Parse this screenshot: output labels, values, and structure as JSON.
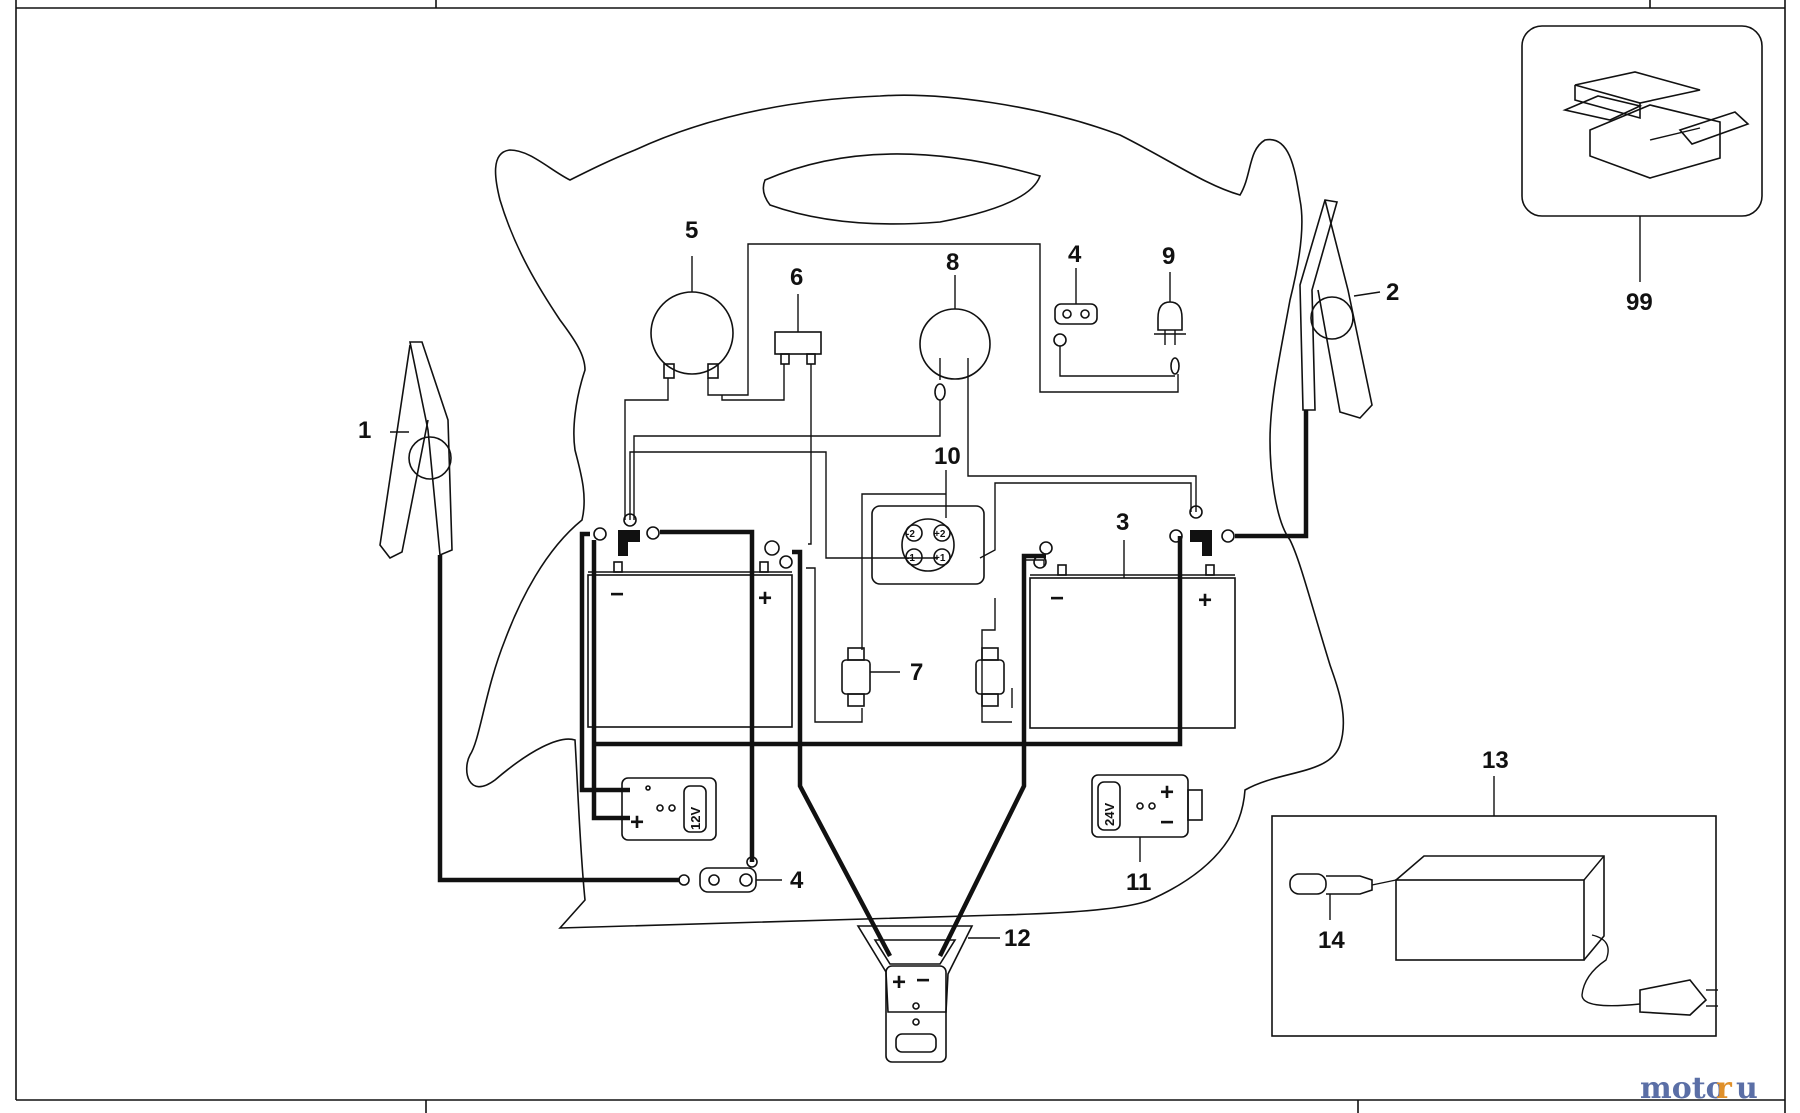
{
  "callouts": {
    "c1": "1",
    "c2": "2",
    "c3": "3",
    "c4a": "4",
    "c4b": "4",
    "c5": "5",
    "c6": "6",
    "c7": "7",
    "c8": "8",
    "c9": "9",
    "c10": "10",
    "c11": "11",
    "c12": "12",
    "c13": "13",
    "c14": "14",
    "c99": "99"
  },
  "module_12v": "12V",
  "module_24v": "24V",
  "switch_terminals": {
    "t1": "-2",
    "t2": "+2",
    "t3": "-1",
    "t4": "+1"
  },
  "watermark": {
    "part1": "moto",
    "part2": "r",
    "part3": "u"
  },
  "colors": {
    "line": "#111111",
    "watermark_blue": "#5b6fa6",
    "watermark_orange": "#e0902a"
  }
}
